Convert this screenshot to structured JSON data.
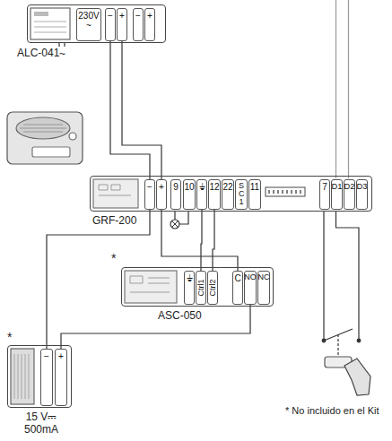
{
  "diagram": {
    "nodes": [
      {
        "text": [
          "ALC-041"
        ]
      },
      {
        "text": [
          "230V ~"
        ],
        "in": 0
      },
      {
        "text": [
          "−"
        ],
        "in": 0
      },
      {
        "text": [
          "+"
        ],
        "in": 0
      },
      {
        "text": [
          "−"
        ],
        "in": 0
      },
      {
        "text": [
          "+"
        ],
        "in": 0
      },
      {
        "text": [
          "GRF-200"
        ]
      },
      {
        "text": [
          "−"
        ],
        "in": 6
      },
      {
        "text": [
          "+"
        ],
        "in": 6
      },
      {
        "text": [
          "9"
        ],
        "in": 6
      },
      {
        "text": [
          "10"
        ],
        "in": 6
      },
      {
        "text": [
          "⏚"
        ],
        "in": 6
      },
      {
        "text": [
          "12"
        ],
        "in": 6
      },
      {
        "text": [
          "22"
        ],
        "in": 6
      },
      {
        "text": [
          "S C 1"
        ],
        "in": 6
      },
      {
        "text": [
          "11"
        ],
        "in": 6
      },
      {
        "text": [
          "7"
        ],
        "in": 6
      },
      {
        "text": [
          "D1"
        ],
        "in": 6
      },
      {
        "text": [
          "D2"
        ],
        "in": 6
      },
      {
        "text": [
          "D3"
        ],
        "in": 6
      },
      {
        "text": [
          "ASC-050"
        ]
      },
      {
        "text": [
          "⏚"
        ],
        "in": 20
      },
      {
        "text": [
          "Ctrl1"
        ],
        "in": 20
      },
      {
        "text": [
          "Ctrl2"
        ],
        "in": 20
      },
      {
        "text": [
          "C"
        ],
        "in": 20
      },
      {
        "text": [
          "NO"
        ],
        "in": 20
      },
      {
        "text": [
          "NC"
        ],
        "in": 20
      },
      {
        "text": [
          "15 V⎓ 500mA"
        ]
      },
      {
        "text": [
          "−"
        ],
        "in": 27
      },
      {
        "text": [
          "+"
        ],
        "in": 27
      }
    ],
    "edges": [
      {
        "from": 2,
        "to": 7,
        "arrow": "none"
      },
      {
        "from": 3,
        "to": 8,
        "arrow": "none"
      },
      {
        "from": 7,
        "to": 28,
        "arrow": "none"
      },
      {
        "from": 8,
        "to": 24,
        "arrow": "none"
      },
      {
        "from": 11,
        "to": 22,
        "arrow": "none"
      },
      {
        "from": 12,
        "to": 23,
        "arrow": "none"
      },
      {
        "from": 29,
        "to": 25,
        "arrow": "none"
      }
    ],
    "labels": [
      "~",
      "*",
      "*",
      "* No incluido en el Kit"
    ]
  }
}
